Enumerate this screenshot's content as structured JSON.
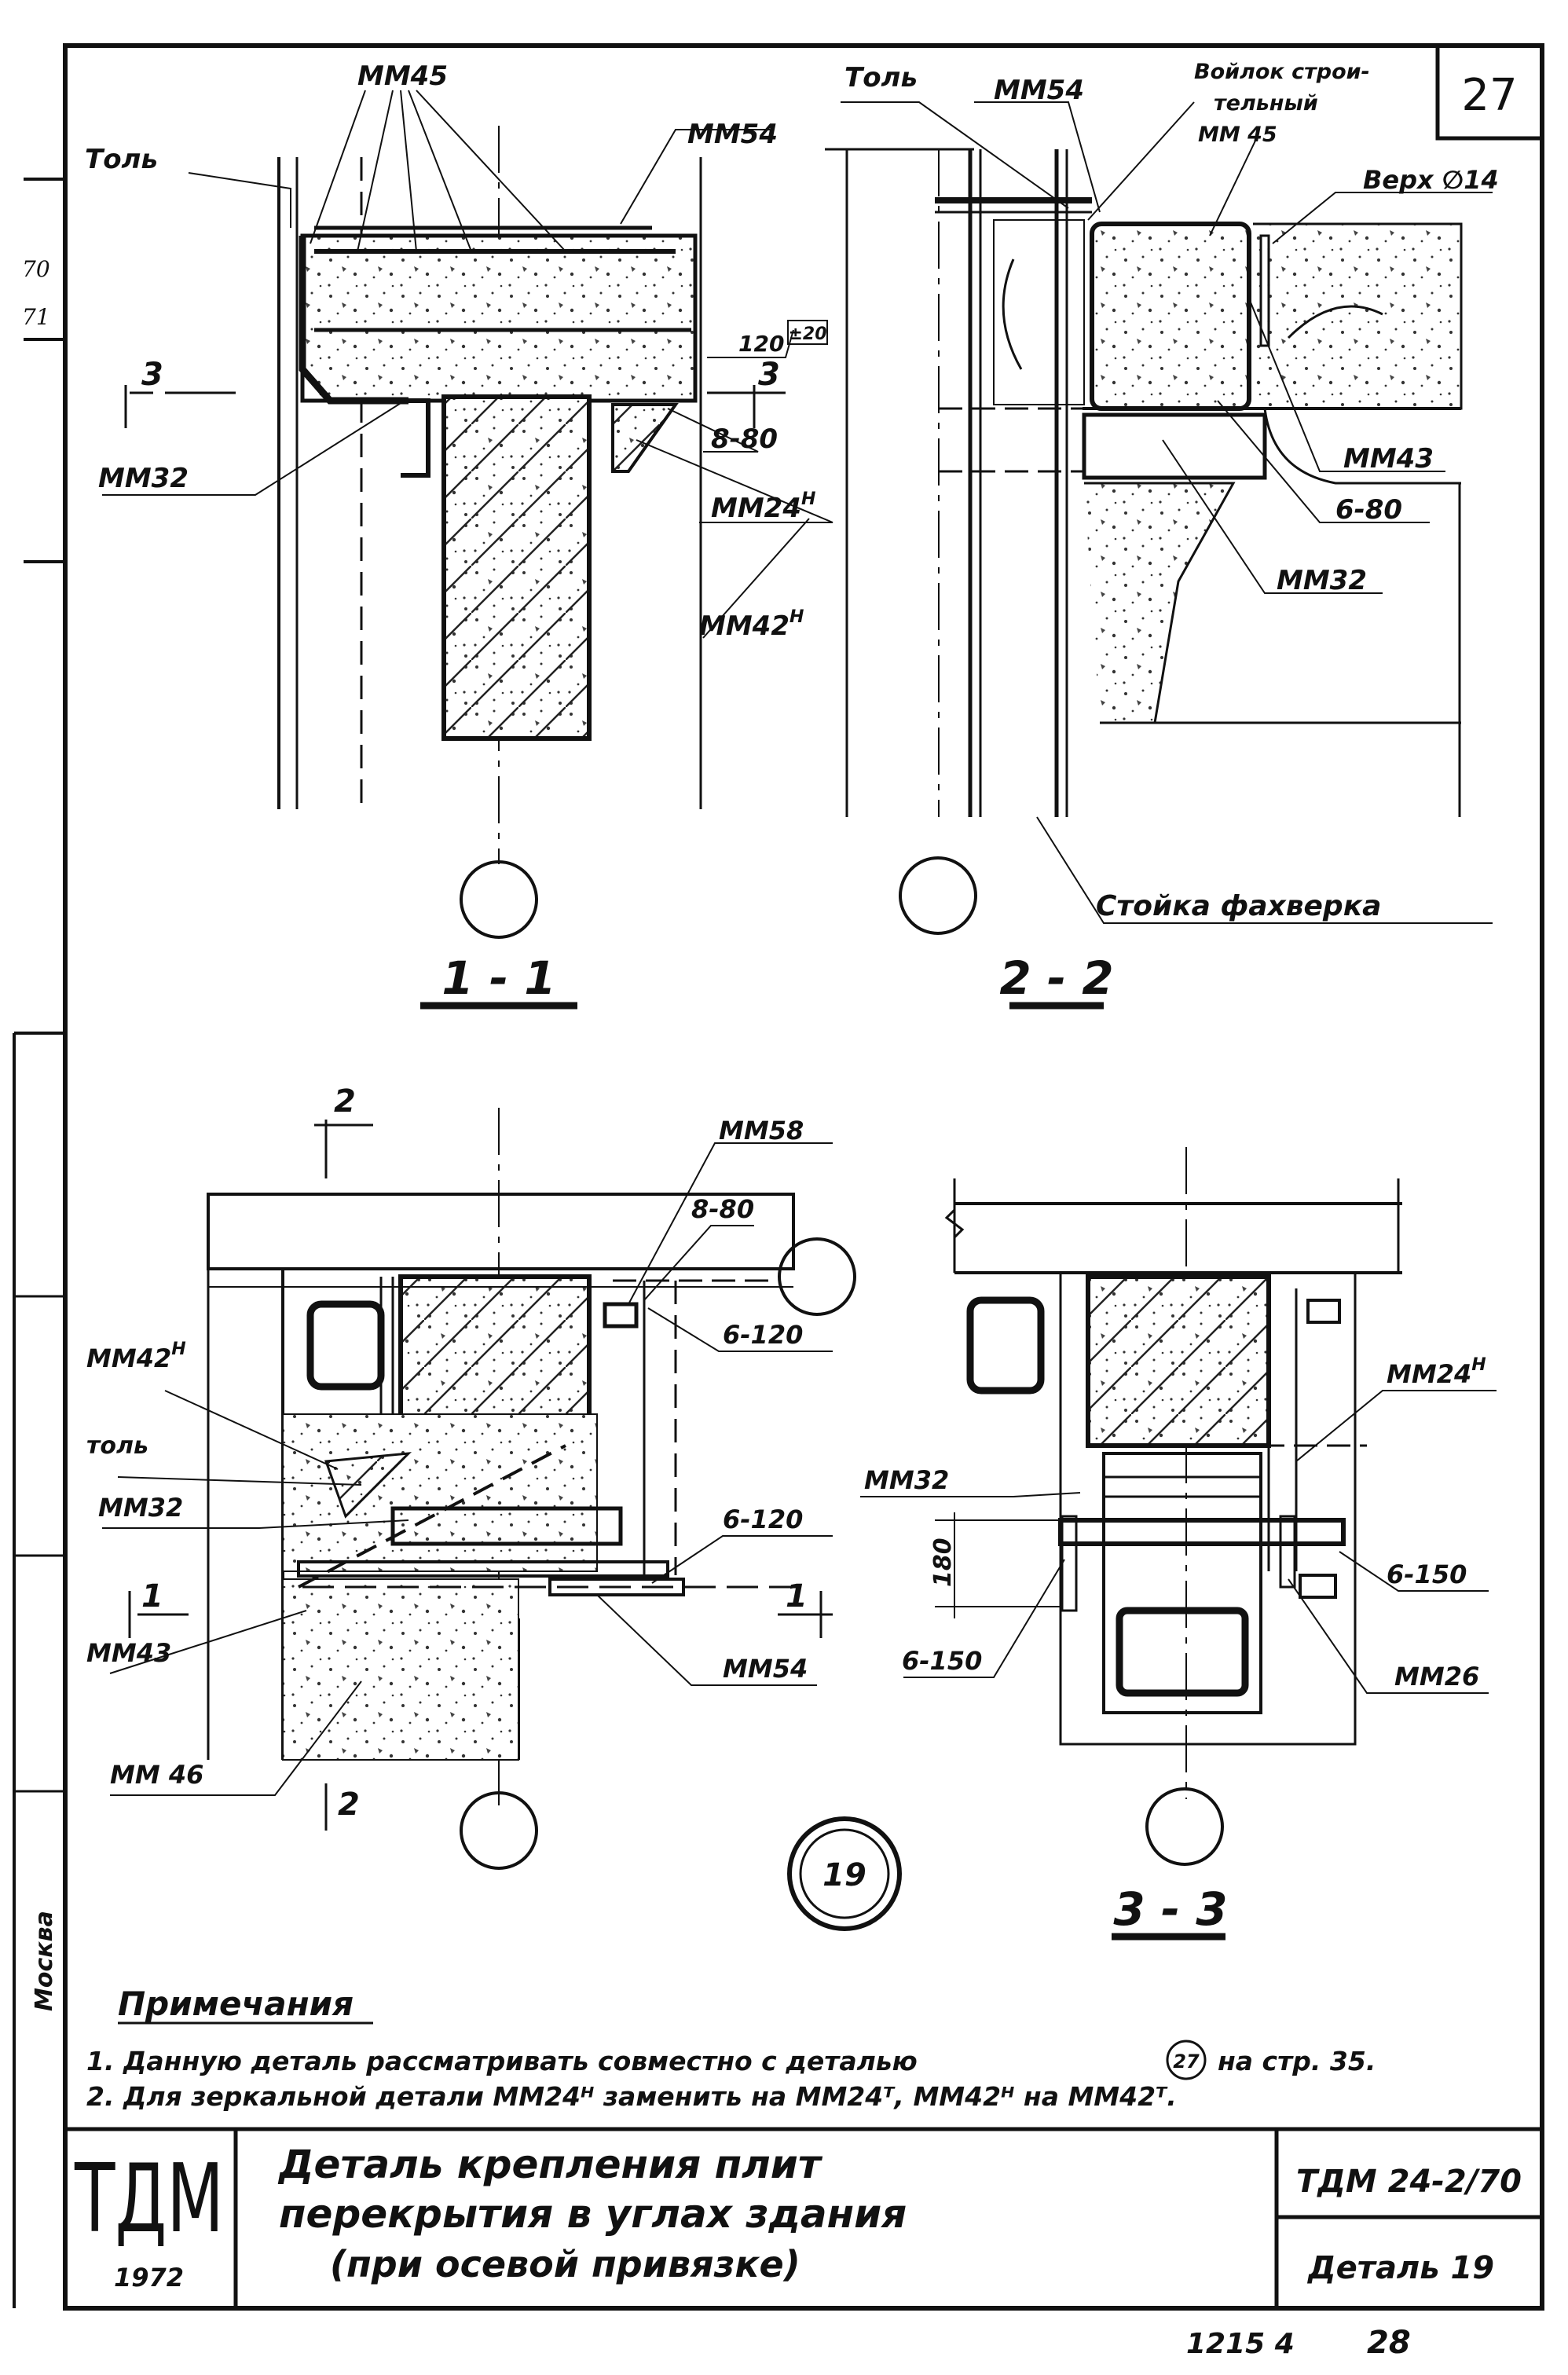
{
  "sheet": {
    "number": "27",
    "side_marks": [
      "70",
      "71"
    ],
    "stamp_year": "1972",
    "stamp_org": "ТДМ",
    "stamp_city": "Москва",
    "footer_left": "1215 4",
    "footer_right": "28"
  },
  "title_block": {
    "line1": "Деталь крепления плит",
    "line2": "перекрытия в углах здания",
    "line3": "(при осевой привязке)",
    "code": "ТДМ 24-2/70",
    "detail": "Деталь 19"
  },
  "section_1_1": {
    "title": "1 - 1",
    "labels": {
      "mm45": "ММ45",
      "mm54": "ММ54",
      "tol": "Толь",
      "cut3_left": "3",
      "cut3_right": "3",
      "mm32": "ММ32",
      "dim120": "120",
      "mark20": "±20",
      "w880": "8-80",
      "mm24h": "ММ24",
      "mm24h_sup": "Н",
      "mm42h": "ММ42",
      "mm42h_sup": "Н"
    }
  },
  "section_2_2": {
    "title": "2 - 2",
    "labels": {
      "tol": "Толь",
      "mm54": "ММ54",
      "voilok1": "Войлок строи-",
      "voilok2": "тельный",
      "voilok3": "ММ 45",
      "verh": "Верх ∅14",
      "mm43": "ММ43",
      "w680": "6-80",
      "mm32": "ММ32",
      "stoika": "Стойка фахверка"
    }
  },
  "plan_19": {
    "detail_mark": "19",
    "labels": {
      "cut2_top": "2",
      "cut2_bot": "2",
      "cut1_left": "1",
      "cut1_right": "1",
      "mm58": "ММ58",
      "w880": "8-80",
      "w6120a": "6-120",
      "w6120b": "6-120",
      "mm42h": "ММ42",
      "mm42h_sup": "Н",
      "tol": "толь",
      "mm32": "ММ32",
      "mm43": "ММ43",
      "mm54": "ММ54",
      "mm46": "ММ 46"
    }
  },
  "section_3_3": {
    "title": "3 - 3",
    "labels": {
      "mm24h": "ММ24",
      "mm24h_sup": "Н",
      "mm32": "ММ32",
      "dim180": "180",
      "w6150a": "6-150",
      "w6150b": "6-150",
      "mm26": "ММ26"
    }
  },
  "notes": {
    "heading": "Примечания",
    "n1_a": "1. Данную деталь рассматривать совместно с деталью",
    "n1_ref": "27",
    "n1_b": "на стр. 35.",
    "n2": "2. Для зеркальной детали ММ24ᴴ заменить на ММ24ᵀ, ММ42ᴴ на ММ42ᵀ."
  }
}
